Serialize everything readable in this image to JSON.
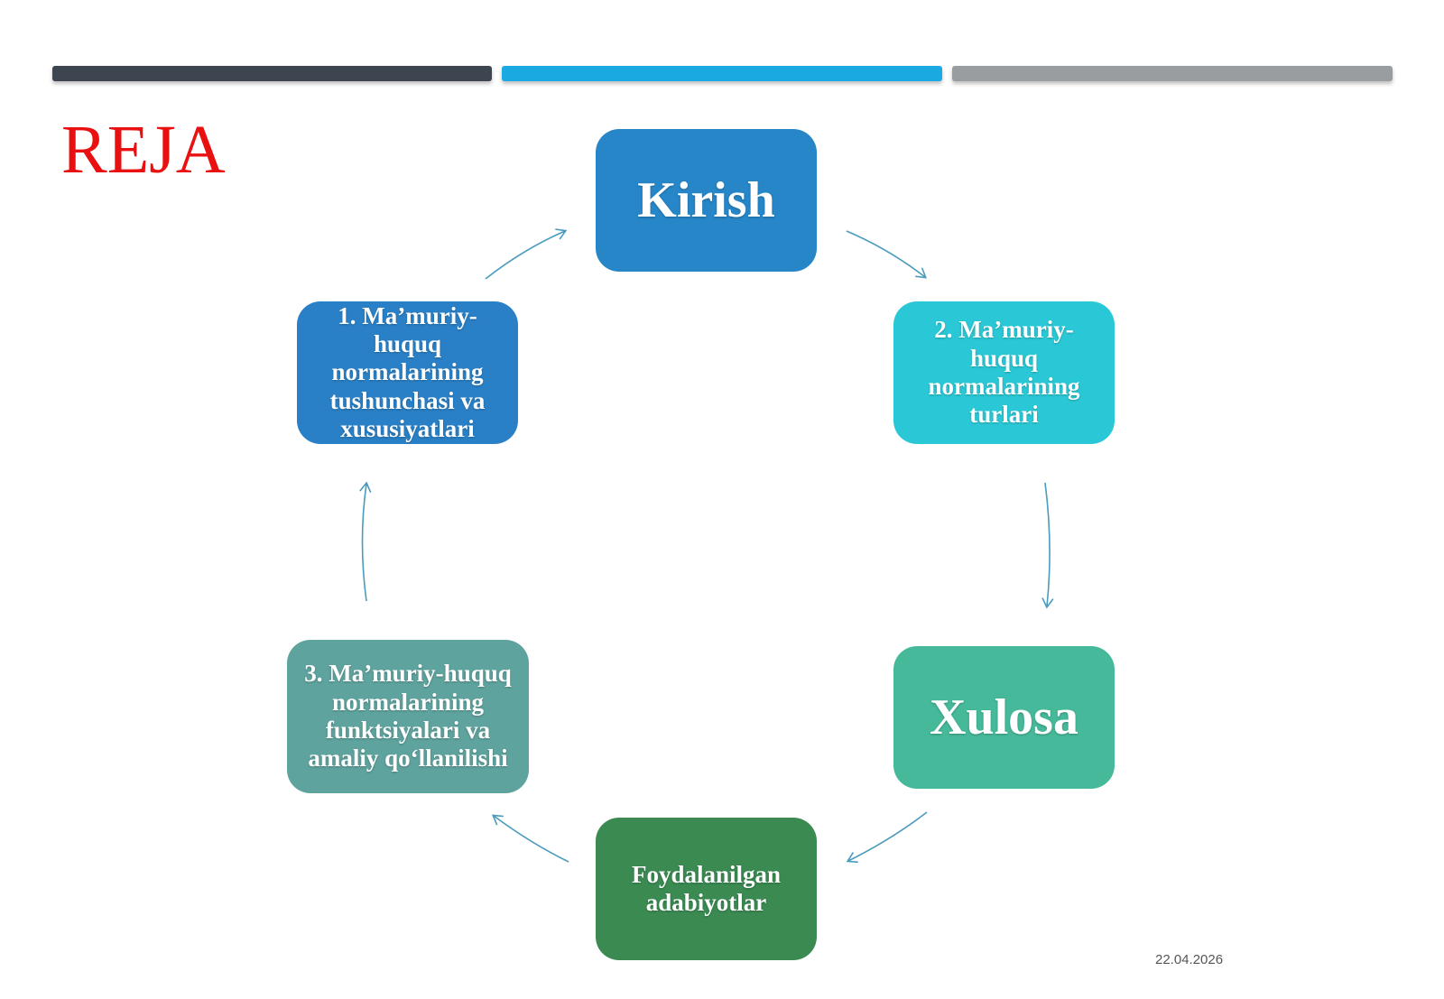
{
  "title": "REJA",
  "date": "22.04.2026",
  "colors": {
    "title": "#e81010",
    "bar_dark": "#3c4550",
    "bar_blue": "#1aa9e1",
    "bar_gray": "#9a9da0",
    "arrow": "#4a9bbd"
  },
  "cycle": {
    "kirish": {
      "label": "Kirish",
      "color": "#2686c8"
    },
    "item2": {
      "label": "2. Ma’muriy-huquq normalarining turlari",
      "color": "#2ac8d6"
    },
    "xulosa": {
      "label": "Xulosa",
      "color": "#46b99a"
    },
    "foyda": {
      "label": "Foydalanilgan adabiyotlar",
      "color": "#3a8a52"
    },
    "item3": {
      "label": "3. Ma’muriy-huquq normalarining funktsiyalari va amaliy qo‘llanilishi",
      "color": "#5fa39e"
    },
    "item1": {
      "label": "1. Ma’muriy-huquq normalarining tushunchasi va xususiyatlari",
      "color": "#2a80c6"
    }
  }
}
